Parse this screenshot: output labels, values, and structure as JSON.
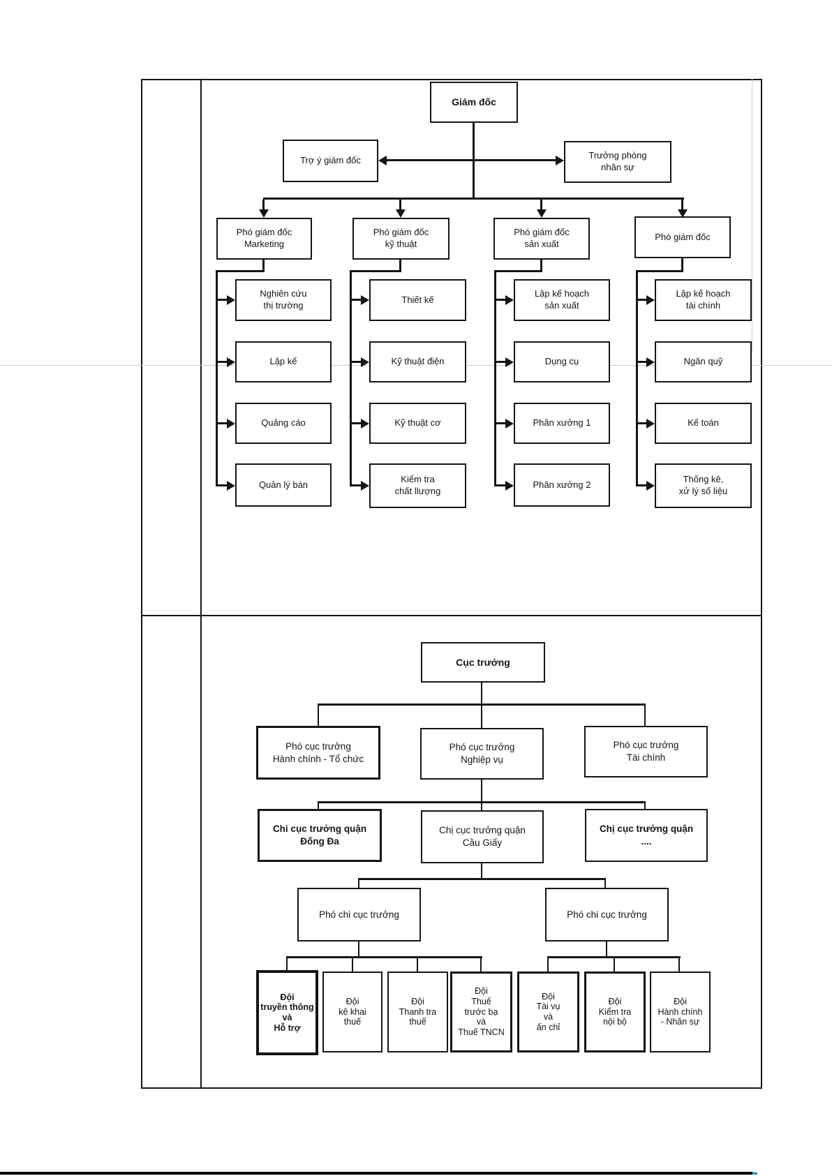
{
  "company_chart": {
    "director": "Giám đốc",
    "assistant": "Trợ ý giám đốc",
    "hr_manager": "Trưởng phòng\nnhân sự",
    "deputies": [
      "Phó giám đốc\nMarketing",
      "Phó giám đốc\nkỹ thuật",
      "Phó giám đốc\nsản xuất",
      "Phó giám đốc"
    ],
    "marketing_units": [
      "Nghiên cứu\nthị trường",
      "Lập kế",
      "Quảng cáo",
      "Quản lý bán"
    ],
    "technical_units": [
      "Thiết kế",
      "Kỹ thuật điện",
      "Kỹ thuật cơ",
      "Kiểm tra\nchất llượng"
    ],
    "production_units": [
      "Lập kế hoạch\nsản xuất",
      "Dụng cụ",
      "Phân xưởng 1",
      "Phân xưởng 2"
    ],
    "finance_units": [
      "Lập kế hoạch\ntài chính",
      "Ngân quỹ",
      "Kế toán",
      "Thống kê,\nxử lý số liệu"
    ]
  },
  "tax_chart": {
    "head": "Cục trưởng",
    "deputy_heads": [
      "Phó cục trưởng\nHành chính - Tổ chức",
      "Phó cục trưởng\nNghiệp vụ",
      "Phó cục trưởng\nTài chính"
    ],
    "district_heads": [
      "Chi cục trưởng quận\nĐống Đa",
      "Chị cục trưởng quận\nCầu Giấy",
      "Chị cục trưởng quận\n...."
    ],
    "branch_deputies": [
      "Phó chi cục trưởng",
      "Phó chi cục trưởng"
    ],
    "teams": [
      "Đội\ntruyền thông\nvà\nHỗ trợ",
      "Đội\nkê khai\nthuế",
      "Đội\nThanh tra\nthuế",
      "Đội\nThuế\ntrước bạ\nvà\nThuế TNCN",
      "Đội\nTài vụ\nvà\nấn chỉ",
      "Đội\nKiểm tra\nnội bộ",
      "Đội\nHành chính\n- Nhân sự"
    ]
  }
}
